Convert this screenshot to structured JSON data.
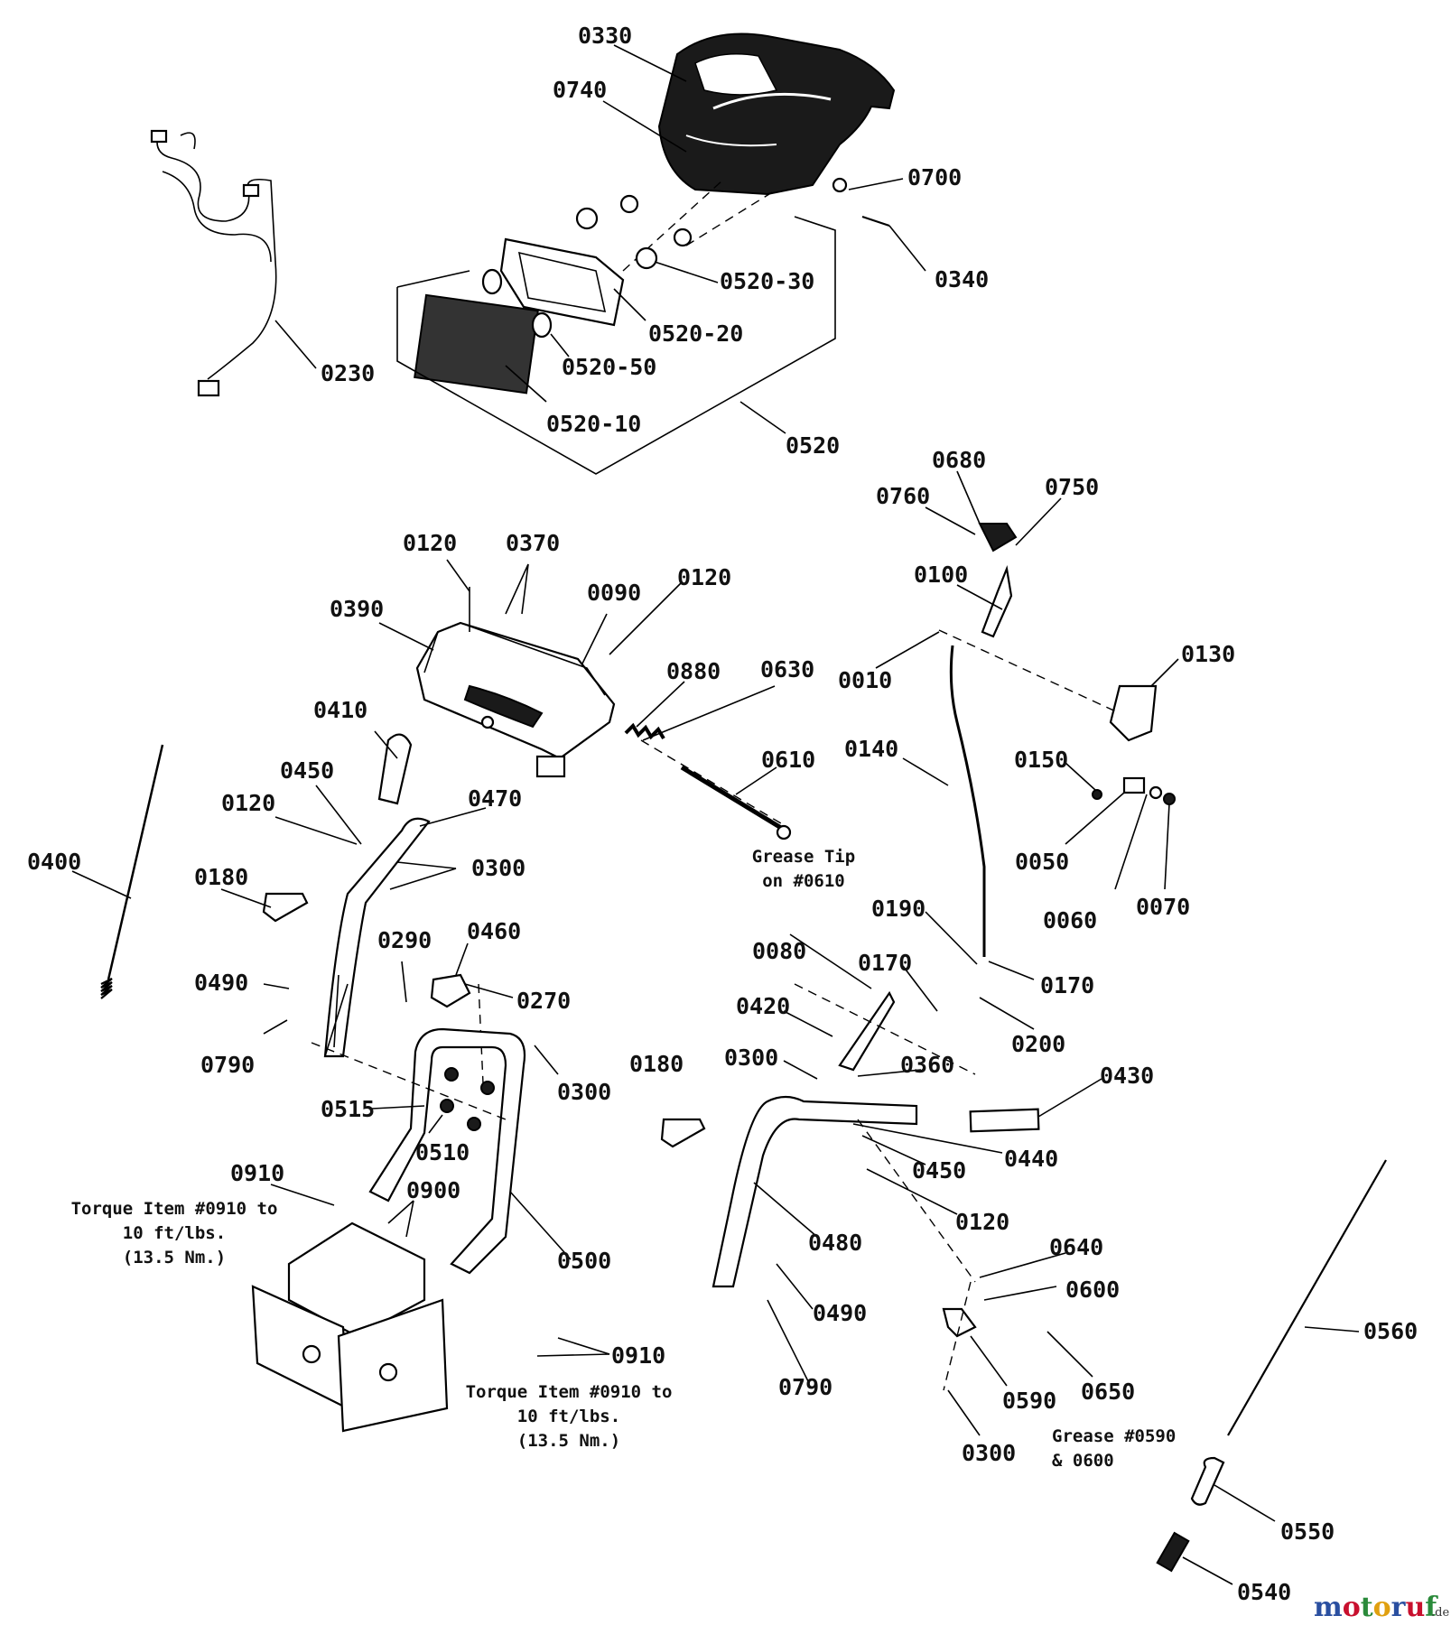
{
  "callouts": {
    "c0330": "0330",
    "c0740": "0740",
    "c0700": "0700",
    "c0340": "0340",
    "c0520_30": "0520-30",
    "c0520_20": "0520-20",
    "c0520_50": "0520-50",
    "c0520_10": "0520-10",
    "c0520": "0520",
    "c0230": "0230",
    "c0680": "0680",
    "c0760": "0760",
    "c0750": "0750",
    "c0100": "0100",
    "c0010": "0010",
    "c0130": "0130",
    "c0140": "0140",
    "c0150": "0150",
    "c0050": "0050",
    "c0060": "0060",
    "c0070": "0070",
    "c0190": "0190",
    "c0170a": "0170",
    "c0170b": "0170",
    "c0200": "0200",
    "c0080": "0080",
    "c0420": "0420",
    "c0300_mid": "0300",
    "c0360": "0360",
    "c0430": "0430",
    "c0440": "0440",
    "c0450_right": "0450",
    "c0120_right": "0120",
    "c0180_right": "0180",
    "c0480": "0480",
    "c0490_right": "0490",
    "c0790_right": "0790",
    "c0640": "0640",
    "c0600": "0600",
    "c0650": "0650",
    "c0590": "0590",
    "c0300_bottom": "0300",
    "c0560": "0560",
    "c0550": "0550",
    "c0540": "0540",
    "c0120_top1": "0120",
    "c0370": "0370",
    "c0090": "0090",
    "c0120_top2": "0120",
    "c0390": "0390",
    "c0880": "0880",
    "c0630": "0630",
    "c0610": "0610",
    "c0410": "0410",
    "c0450_left": "0450",
    "c0120_left": "0120",
    "c0470": "0470",
    "c0300_left": "0300",
    "c0400": "0400",
    "c0180_left": "0180",
    "c0290": "0290",
    "c0460": "0460",
    "c0270": "0270",
    "c0490_left": "0490",
    "c0790_left": "0790",
    "c0300_center": "0300",
    "c0515": "0515",
    "c0510": "0510",
    "c0910_top": "0910",
    "c0900": "0900",
    "c0500": "0500",
    "c0910_bottom": "0910"
  },
  "notes": {
    "grease_tip_line1": "Grease Tip",
    "grease_tip_line2": "on #0610",
    "torque_left_line1": "Torque Item #0910 to",
    "torque_left_line2": "10 ft/lbs.",
    "torque_left_line3": "(13.5 Nm.)",
    "torque_bottom_line1": "Torque Item #0910 to",
    "torque_bottom_line2": "10 ft/lbs.",
    "torque_bottom_line3": "(13.5 Nm.)",
    "grease_0590_line1": "Grease #0590",
    "grease_0590_line2": "& 0600"
  },
  "watermark": {
    "brand": "motoruf",
    "suffix": ".de",
    "colors": [
      "#2a4fa0",
      "#c8102e",
      "#2a8a3a",
      "#e0a010",
      "#2a4fa0",
      "#c8102e",
      "#2a8a3a"
    ]
  }
}
